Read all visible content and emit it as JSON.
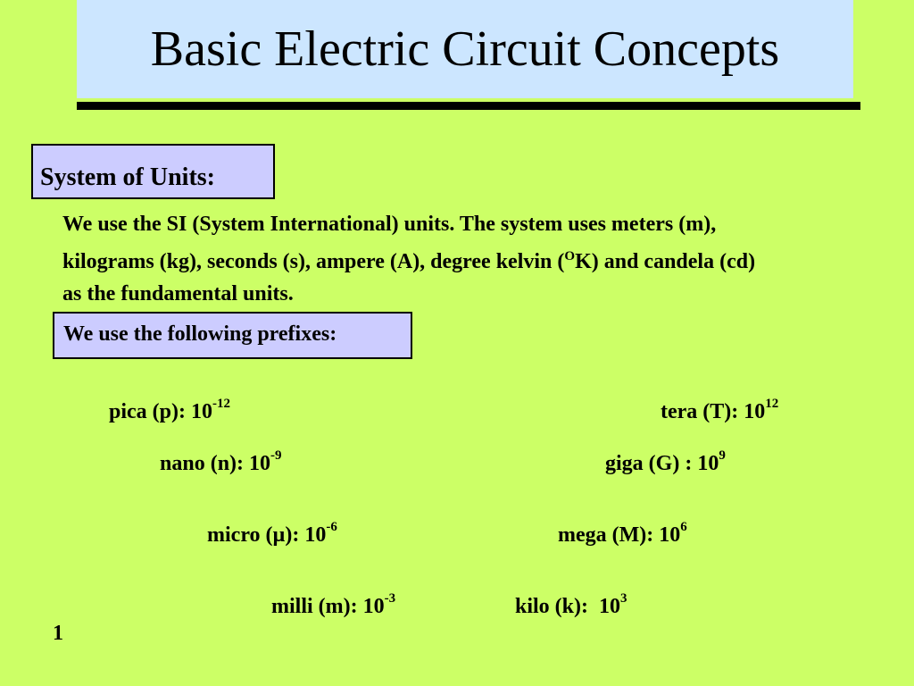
{
  "slide": {
    "title": "Basic Electric Circuit Concepts",
    "section_label": "System of Units:",
    "paragraph": {
      "line1": "We use the SI (System International) units.  The system uses meters (m),",
      "line2_part1": "kilograms (kg), seconds (s), ampere (A), degree kelvin (",
      "line2_sup": "O",
      "line2_part2": "K) and candela (cd)",
      "line3": "as the fundamental units."
    },
    "prefixes_label": "We use the following prefixes:",
    "prefixes": [
      {
        "base": "pica (p): 10",
        "exp": "-12"
      },
      {
        "base": "nano (n): 10",
        "exp": "-9"
      },
      {
        "base": "micro (µ): 10",
        "exp": "-6"
      },
      {
        "base": "milli (m): 10",
        "exp": "-3"
      },
      {
        "base": "tera (T): 10",
        "exp": "12"
      },
      {
        "base": "giga (G) : 10",
        "exp": "9"
      },
      {
        "base": "mega (M): 10",
        "exp": "6"
      },
      {
        "base": "kilo (k):  10",
        "exp": "3"
      }
    ],
    "page_number": "1",
    "colors": {
      "background": "#ccff66",
      "title_box": "#cce6ff",
      "label_box": "#ccccff"
    }
  }
}
